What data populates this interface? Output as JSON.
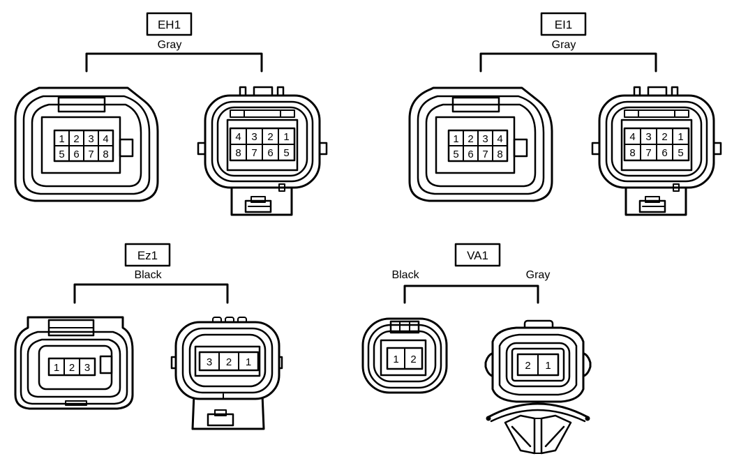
{
  "connectors": [
    {
      "id": "EH1",
      "color_labels": [
        "Gray"
      ],
      "views": [
        {
          "pins": [
            [
              "1",
              "2",
              "3",
              "4"
            ],
            [
              "5",
              "6",
              "7",
              "8"
            ]
          ]
        },
        {
          "pins": [
            [
              "4",
              "3",
              "2",
              "1"
            ],
            [
              "8",
              "7",
              "6",
              "5"
            ]
          ]
        }
      ]
    },
    {
      "id": "EI1",
      "color_labels": [
        "Gray"
      ],
      "views": [
        {
          "pins": [
            [
              "1",
              "2",
              "3",
              "4"
            ],
            [
              "5",
              "6",
              "7",
              "8"
            ]
          ]
        },
        {
          "pins": [
            [
              "4",
              "3",
              "2",
              "1"
            ],
            [
              "8",
              "7",
              "6",
              "5"
            ]
          ]
        }
      ]
    },
    {
      "id": "Ez1",
      "color_labels": [
        "Black"
      ],
      "views": [
        {
          "pins": [
            [
              "1",
              "2",
              "3"
            ]
          ]
        },
        {
          "pins": [
            [
              "3",
              "2",
              "1"
            ]
          ]
        }
      ]
    },
    {
      "id": "VA1",
      "color_labels": [
        "Black",
        "Gray"
      ],
      "views": [
        {
          "pins": [
            [
              "1",
              "2"
            ]
          ]
        },
        {
          "pins": [
            [
              "2",
              "1"
            ]
          ]
        }
      ]
    }
  ]
}
